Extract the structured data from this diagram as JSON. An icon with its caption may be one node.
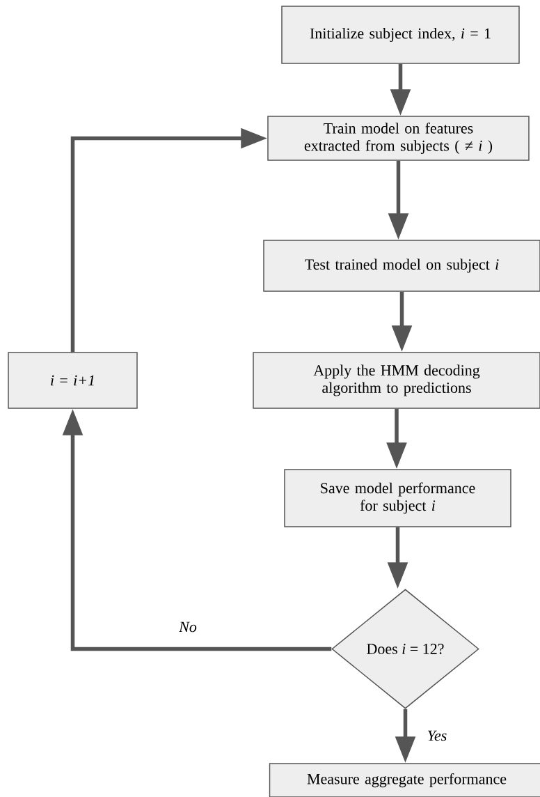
{
  "diagram": {
    "nodes": [
      {
        "text": [
          "Initialize subject index, *i* = 1"
        ]
      },
      {
        "text": [
          "Train model on features extracted from subjects ( ≠ *i* )"
        ]
      },
      {
        "text": [
          "Test trained model on subject *i*"
        ]
      },
      {
        "text": [
          "*i* = *i+1*"
        ]
      },
      {
        "text": [
          "Apply the HMM decoding algorithm to predictions"
        ]
      },
      {
        "text": [
          "Save model performance for subject *i*"
        ]
      },
      {
        "text": [
          "Does *i* = 12?"
        ]
      },
      {
        "text": [
          "Measure aggregate performance"
        ]
      }
    ],
    "edges": [
      {
        "from": 0,
        "to": 1,
        "arrow": "to"
      },
      {
        "from": 1,
        "to": 2,
        "arrow": "to"
      },
      {
        "from": 2,
        "to": 4,
        "arrow": "to"
      },
      {
        "from": 4,
        "to": 5,
        "arrow": "to"
      },
      {
        "from": 5,
        "to": 6,
        "arrow": "to"
      },
      {
        "from": 6,
        "to": 3,
        "label": "No",
        "arrow": "to"
      },
      {
        "from": 3,
        "to": 1,
        "arrow": "to"
      },
      {
        "from": 6,
        "to": 7,
        "label": "Yes",
        "arrow": "to"
      }
    ]
  }
}
